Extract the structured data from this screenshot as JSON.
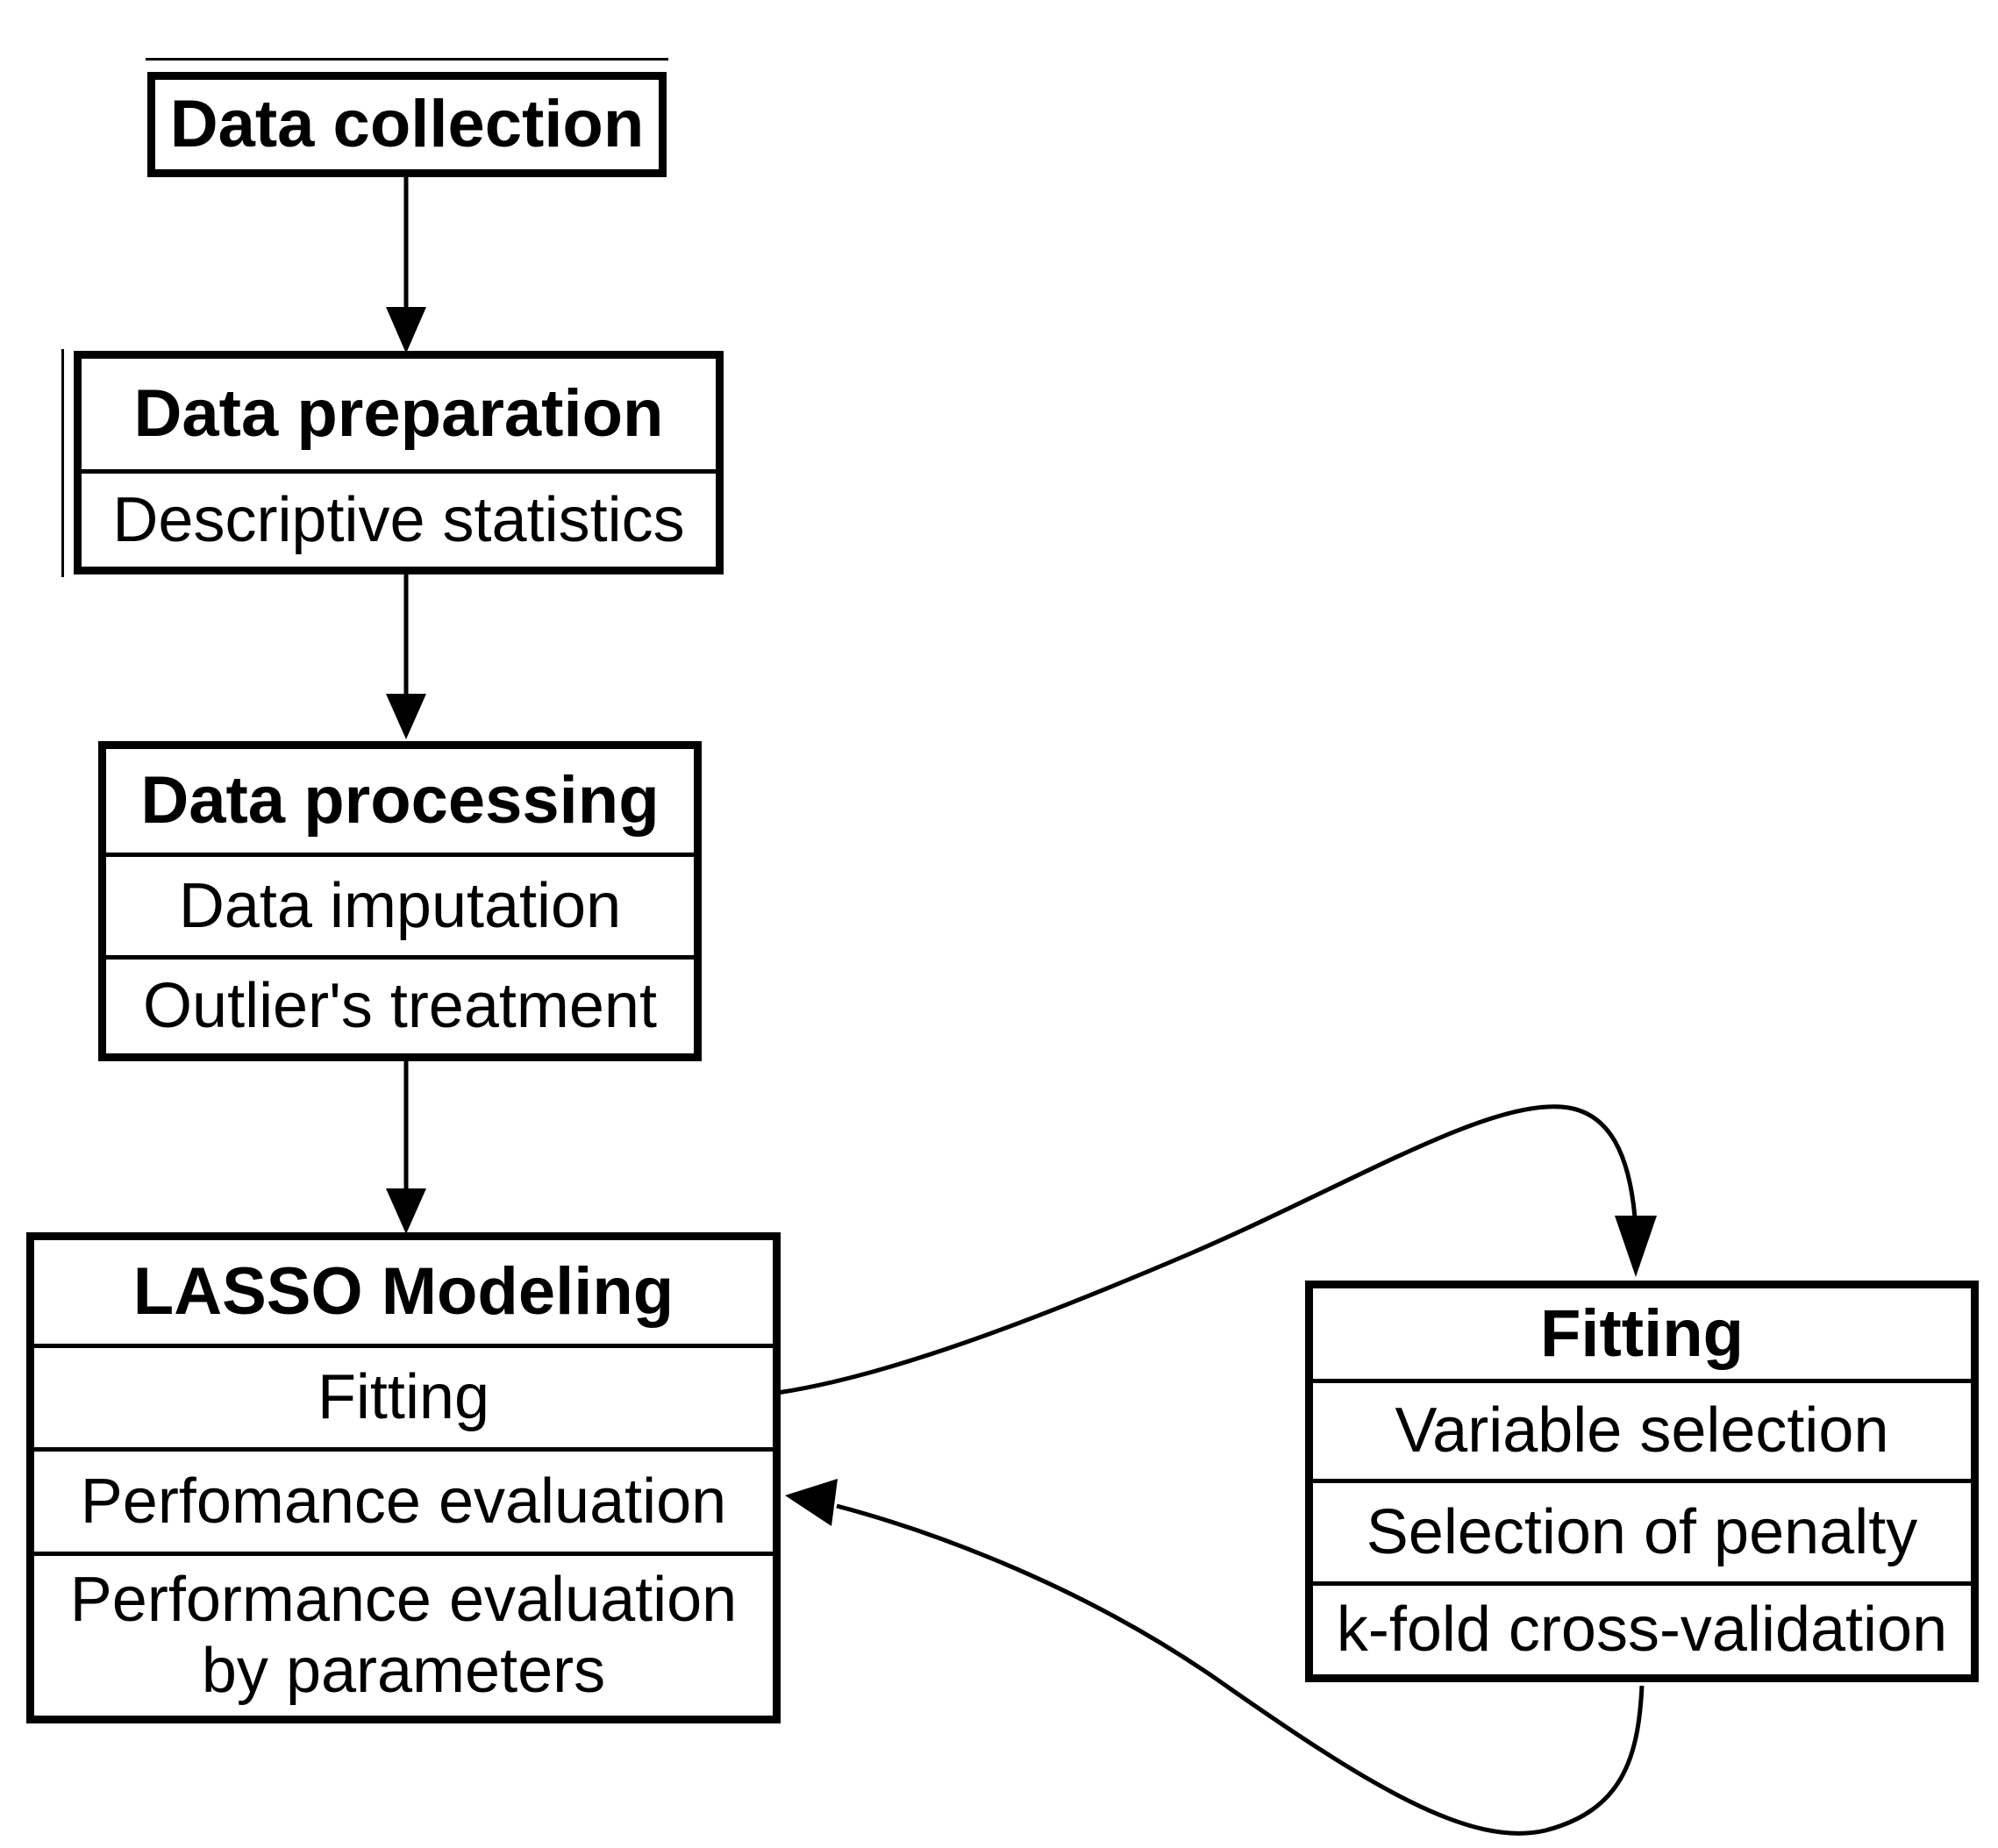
{
  "boxes": {
    "data_collection": {
      "title": "Data collection"
    },
    "data_preparation": {
      "title": "Data preparation",
      "rows": [
        "Descriptive statistics"
      ]
    },
    "data_processing": {
      "title": "Data processing",
      "rows": [
        "Data imputation",
        "Outlier's treatment"
      ]
    },
    "lasso_modeling": {
      "title": "LASSO Modeling",
      "rows": [
        "Fitting",
        "Perfomance evaluation",
        "Performance evaluation by parameters"
      ]
    },
    "fitting": {
      "title": "Fitting",
      "rows": [
        "Variable selection",
        "Selection of penalty",
        "k-fold cross-validation"
      ]
    }
  },
  "edges": [
    {
      "from": "data_collection",
      "to": "data_preparation",
      "type": "straight-down-arrow"
    },
    {
      "from": "data_preparation",
      "to": "data_processing",
      "type": "straight-down-arrow"
    },
    {
      "from": "data_processing",
      "to": "lasso_modeling",
      "type": "straight-down-arrow"
    },
    {
      "from": "lasso_modeling",
      "to": "fitting",
      "type": "curved-arrow"
    },
    {
      "from": "fitting",
      "to": "lasso_modeling",
      "type": "curved-arrow"
    }
  ],
  "colors": {
    "line": "#000000",
    "text": "#000000",
    "background": "#ffffff"
  }
}
